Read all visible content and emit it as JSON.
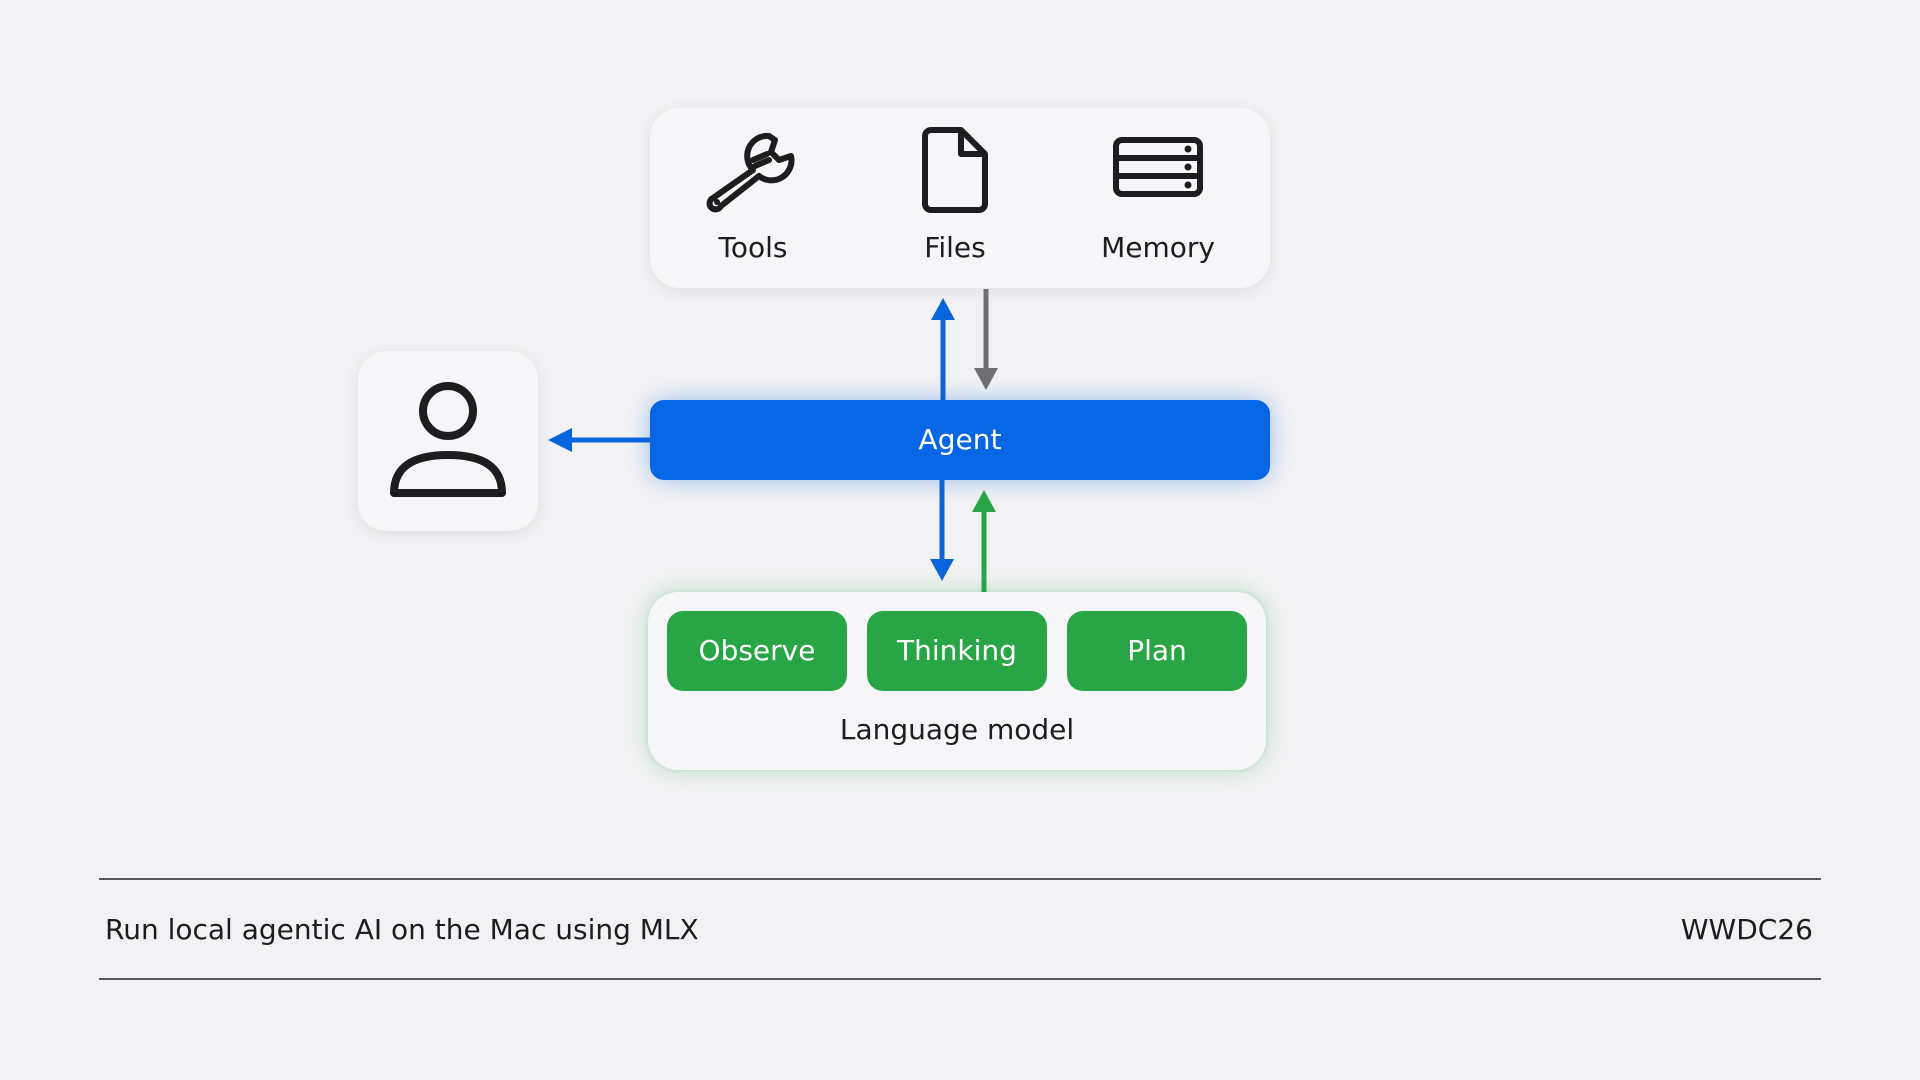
{
  "resources": {
    "tools": {
      "label": "Tools",
      "icon": "wrench-icon"
    },
    "files": {
      "label": "Files",
      "icon": "document-icon"
    },
    "memory": {
      "label": "Memory",
      "icon": "storage-drawer-icon"
    }
  },
  "user": {
    "icon": "person-icon"
  },
  "agent": {
    "label": "Agent"
  },
  "language_model": {
    "steps": [
      "Observe",
      "Thinking",
      "Plan"
    ],
    "label": "Language model"
  },
  "footer": {
    "title": "Run local agentic AI on the Mac using MLX",
    "event": "WWDC26"
  },
  "colors": {
    "background": "#f2f2f4",
    "agent_blue": "#0766e3",
    "model_green": "#28a645",
    "arrow_gray": "#6e6e73"
  }
}
